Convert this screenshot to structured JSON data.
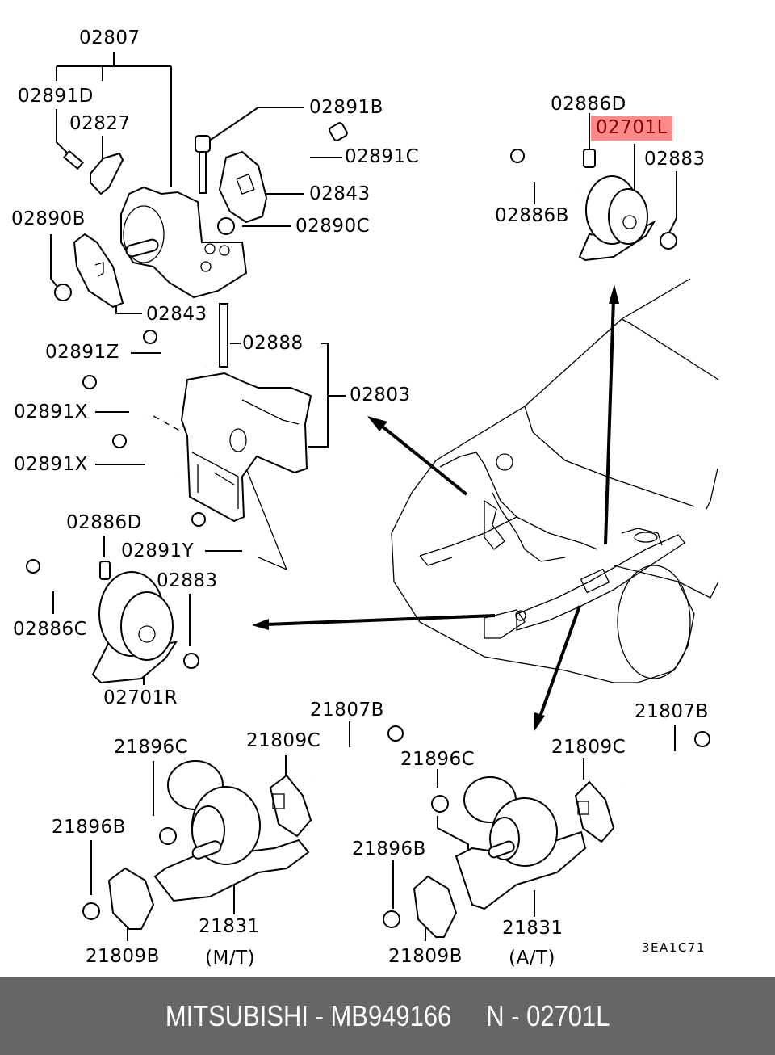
{
  "diagram": {
    "title": "Engine mount parts diagram",
    "highlight_color": "#ff8a8a",
    "highlight_text_color": "#8b0000",
    "labels": [
      {
        "id": "02807",
        "text": "02807"
      },
      {
        "id": "02891D",
        "text": "02891D"
      },
      {
        "id": "02827",
        "text": "02827"
      },
      {
        "id": "02891B",
        "text": "02891B"
      },
      {
        "id": "02891C",
        "text": "02891C"
      },
      {
        "id": "02843a",
        "text": "02843"
      },
      {
        "id": "02890C",
        "text": "02890C"
      },
      {
        "id": "02890B",
        "text": "02890B"
      },
      {
        "id": "02843b",
        "text": "02843"
      },
      {
        "id": "02891Z",
        "text": "02891Z"
      },
      {
        "id": "02888",
        "text": "02888"
      },
      {
        "id": "02803",
        "text": "02803"
      },
      {
        "id": "02891Xa",
        "text": "02891X"
      },
      {
        "id": "02891Xb",
        "text": "02891X"
      },
      {
        "id": "02886Da",
        "text": "02886D"
      },
      {
        "id": "02891Y",
        "text": "02891Y"
      },
      {
        "id": "02883a",
        "text": "02883"
      },
      {
        "id": "02886C",
        "text": "02886C"
      },
      {
        "id": "02701R",
        "text": "02701R"
      },
      {
        "id": "02886Db",
        "text": "02886D"
      },
      {
        "id": "02701L",
        "text": "02701L",
        "highlighted": true
      },
      {
        "id": "02883b",
        "text": "02883"
      },
      {
        "id": "02886B",
        "text": "02886B"
      },
      {
        "id": "21807Ba",
        "text": "21807B"
      },
      {
        "id": "21896Ca",
        "text": "21896C"
      },
      {
        "id": "21809Ca",
        "text": "21809C"
      },
      {
        "id": "21896Ba",
        "text": "21896B"
      },
      {
        "id": "21831a",
        "text": "21831"
      },
      {
        "id": "21809Ba",
        "text": "21809B"
      },
      {
        "id": "MT",
        "text": "(M/T)"
      },
      {
        "id": "21807Bb",
        "text": "21807B"
      },
      {
        "id": "21896Cb",
        "text": "21896C"
      },
      {
        "id": "21809Cb",
        "text": "21809C"
      },
      {
        "id": "21896Bb",
        "text": "21896B"
      },
      {
        "id": "21831b",
        "text": "21831"
      },
      {
        "id": "21809Bb",
        "text": "21809B"
      },
      {
        "id": "AT",
        "text": "(A/T)"
      },
      {
        "id": "code",
        "text": "3EA1C71"
      }
    ]
  },
  "footer": {
    "text": "MITSUBISHI - MB949166     N - 02701L"
  }
}
